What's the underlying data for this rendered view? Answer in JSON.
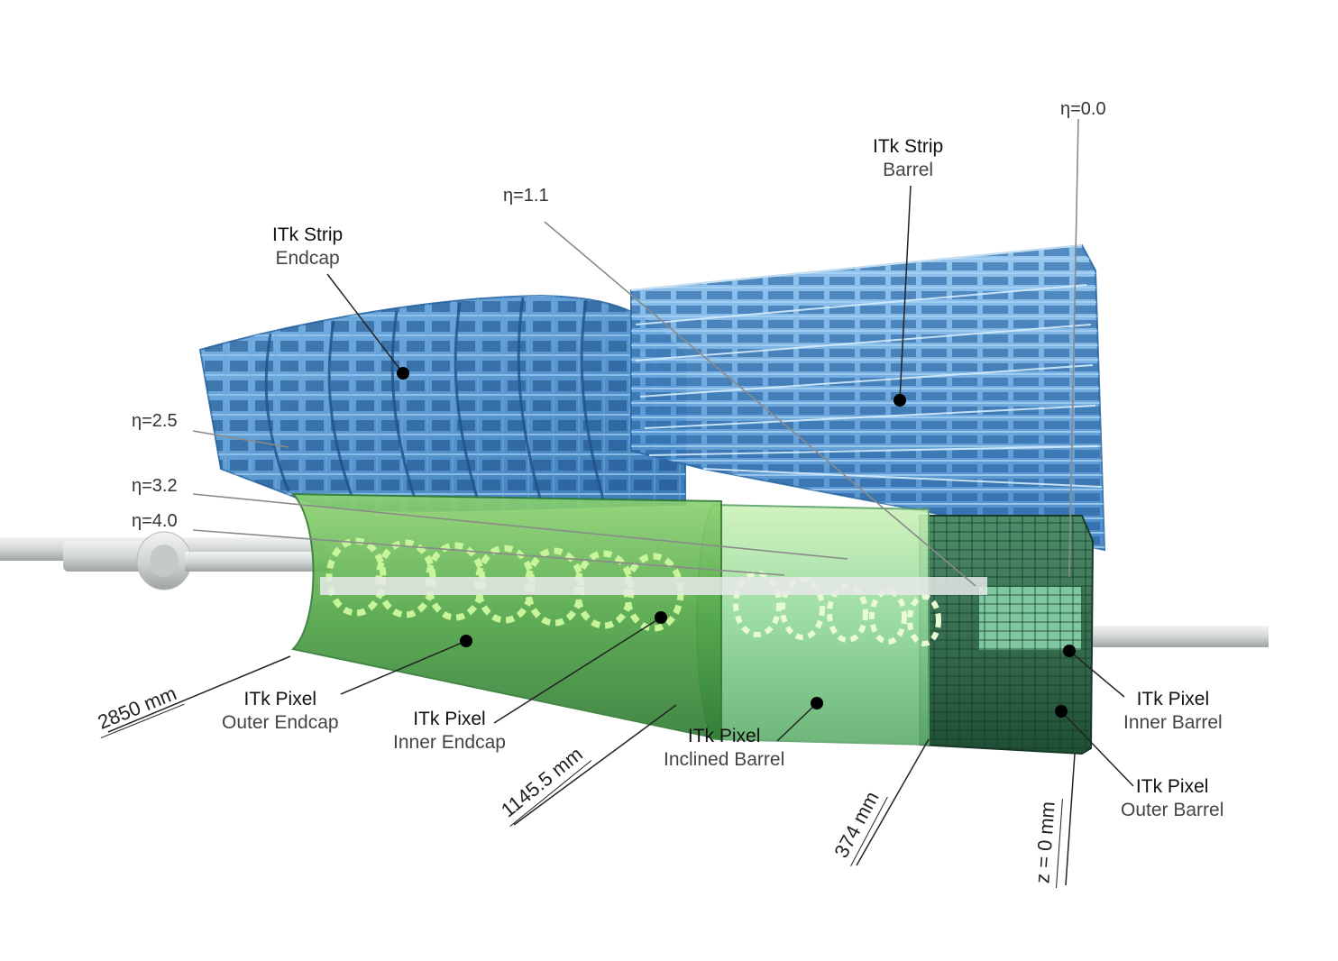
{
  "labels": {
    "strip_endcap": {
      "line1": "ITk Strip",
      "line2": "Endcap"
    },
    "strip_barrel": {
      "line1": "ITk Strip",
      "line2": "Barrel"
    },
    "pixel_outer_endcap": {
      "line1": "ITk Pixel",
      "line2": "Outer Endcap"
    },
    "pixel_inner_endcap": {
      "line1": "ITk Pixel",
      "line2": "Inner Endcap"
    },
    "pixel_inclined_barrel": {
      "line1": "ITk Pixel",
      "line2": "Inclined Barrel"
    },
    "pixel_inner_barrel": {
      "line1": "ITk Pixel",
      "line2": "Inner Barrel"
    },
    "pixel_outer_barrel": {
      "line1": "ITk Pixel",
      "line2": "Outer Barrel"
    }
  },
  "eta": {
    "e00": "η=0.0",
    "e11": "η=1.1",
    "e25": "η=2.5",
    "e32": "η=3.2",
    "e40": "η=4.0"
  },
  "dimensions": {
    "d2850": "2850 mm",
    "d1145": "1145.5 mm",
    "d374": "374 mm",
    "dz0": "z = 0 mm"
  },
  "colors": {
    "strip_blue": "#4a8fce",
    "strip_dark": "#1f5a94",
    "pixel_green": "#6cbf5a",
    "pixel_light": "#b8f08a",
    "pixel_dark": "#2f6e4c",
    "beam_pipe": "#d9dcdc"
  }
}
